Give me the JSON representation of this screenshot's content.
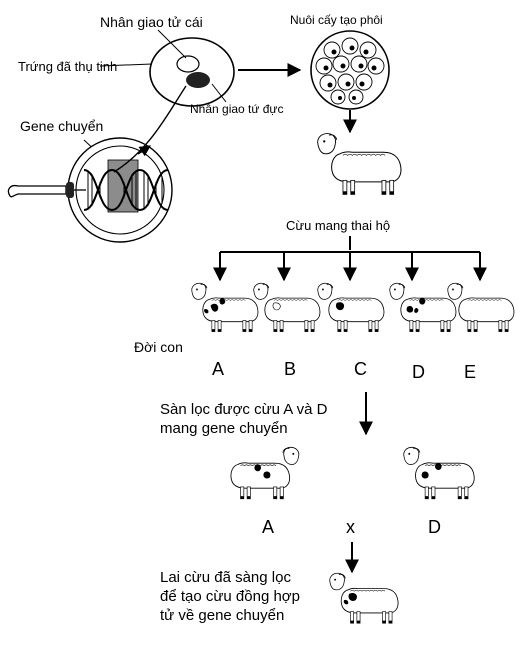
{
  "labels": {
    "female_nucleus": "Nhân giao tử cái",
    "fertilized_egg": "Trứng đã thụ tinh",
    "male_nucleus": "Nhân giao tứ đực",
    "transgene": "Gene chuyển",
    "embryo_culture": "Nuôi cấy tạo phôi",
    "surrogate": "Cừu mang thai hộ",
    "offspring": "Đời con",
    "selection_line1": "Sàn lọc được cừu A và D",
    "selection_line2": "mang gene chuyển",
    "cross_symbol": "x",
    "final_line1": "Lai cừu đã sàng lọc",
    "final_line2": "để tạo cừu đồng hợp",
    "final_line3": "tử về gene chuyển"
  },
  "offspring_letters": [
    "A",
    "B",
    "C",
    "D",
    "E"
  ],
  "parents": [
    "A",
    "D"
  ]
}
